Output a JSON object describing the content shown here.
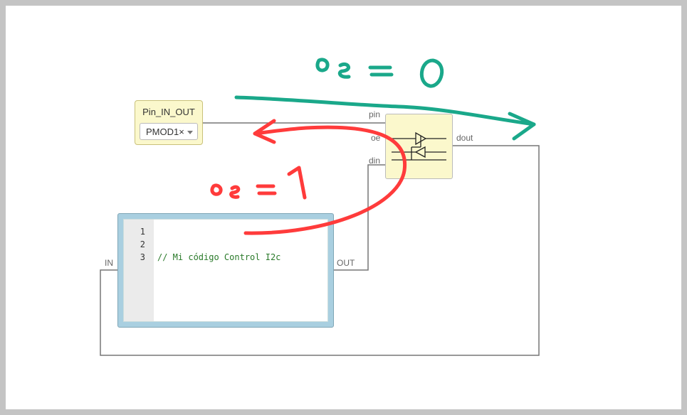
{
  "pin_block": {
    "title": "Pin_IN_OUT",
    "selected": "PMOD1×"
  },
  "tristate_block": {
    "ports": {
      "pin": "pin",
      "oe": "oe",
      "din": "din",
      "dout": "dout"
    }
  },
  "code_block": {
    "ports": {
      "in": "IN",
      "out": "OUT"
    },
    "lines": [
      "1",
      "2",
      "3"
    ],
    "code": "// Mi código Control I2c"
  },
  "annotations": {
    "teal_label": "oe = 0",
    "red_label": "oe = 1",
    "teal_color": "#1aa88a",
    "red_color": "#ff3b3b"
  }
}
